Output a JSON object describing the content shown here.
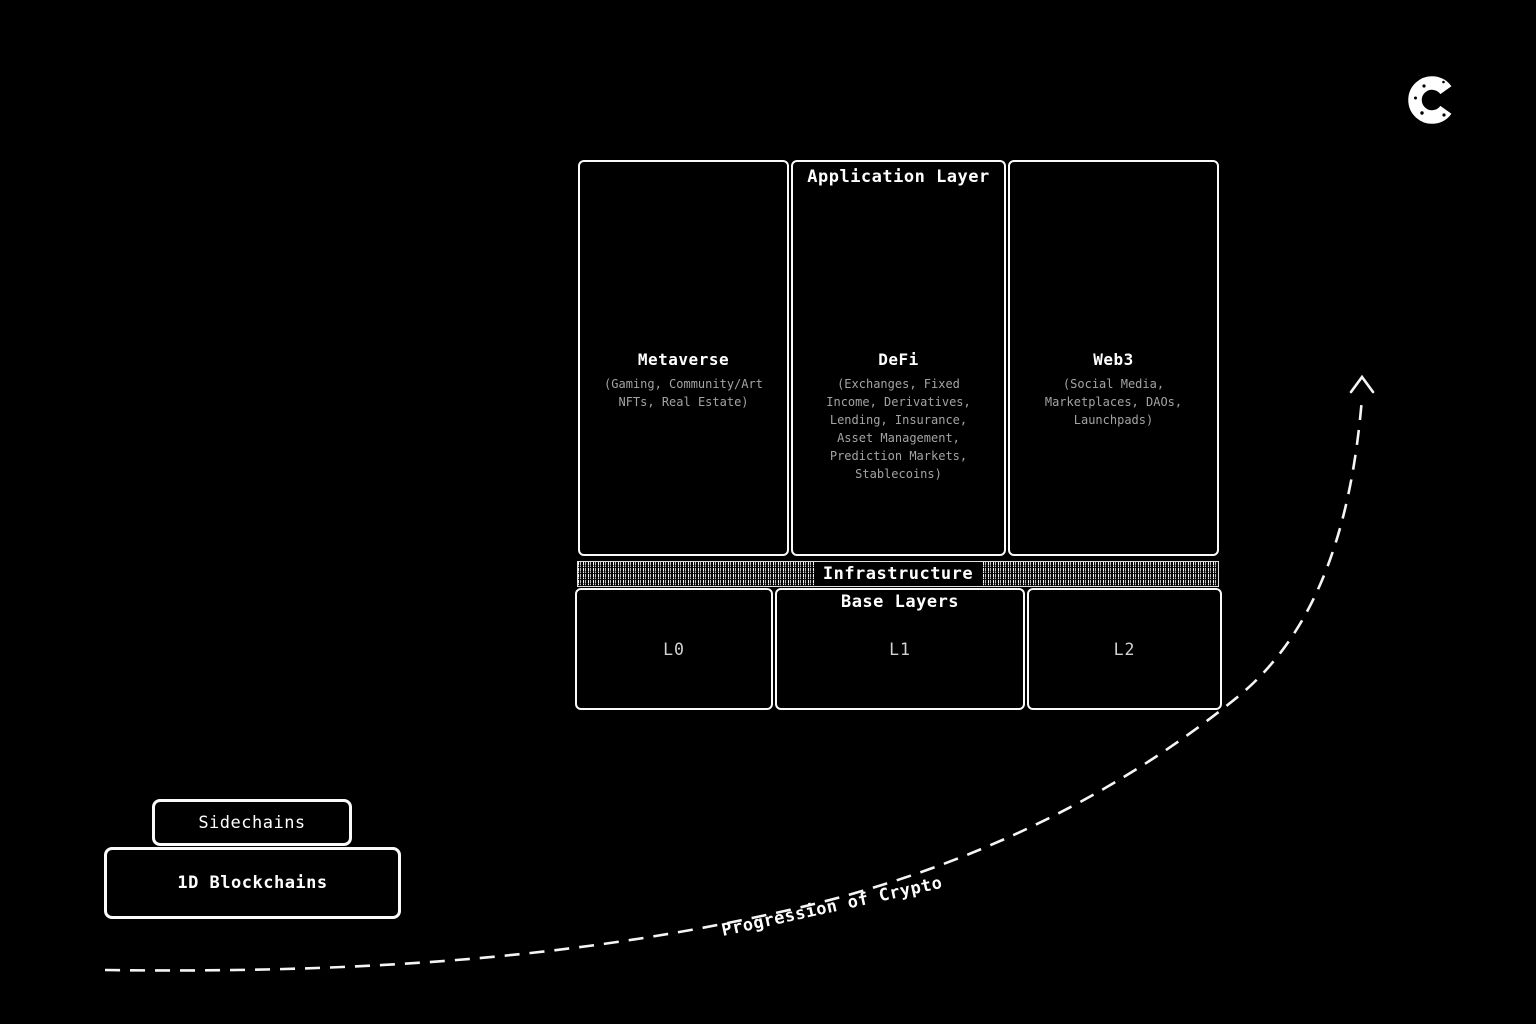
{
  "colors": {
    "background": "#000000",
    "foreground": "#ffffff",
    "muted_text": "#a3a3a3",
    "base_label_text": "#d2d2d2"
  },
  "logo": {
    "glyph": "C"
  },
  "application_layer": {
    "title": "Application Layer",
    "columns": [
      {
        "heading": "Metaverse",
        "details": "(Gaming, Community/Art NFTs, Real Estate)"
      },
      {
        "heading": "DeFi",
        "details": "(Exchanges, Fixed Income, Derivatives, Lending, Insurance, Asset Management, Prediction Markets, Stablecoins)"
      },
      {
        "heading": "Web3",
        "details": "(Social Media, Marketplaces, DAOs, Launchpads)"
      }
    ]
  },
  "infrastructure": {
    "label": "Infrastructure"
  },
  "base_layers": {
    "title": "Base Layers",
    "boxes": [
      {
        "label": "L0"
      },
      {
        "label": "L1"
      },
      {
        "label": "L2"
      }
    ]
  },
  "legacy_stack": {
    "sidechains": "Sidechains",
    "one_d_blockchains": "1D Blockchains"
  },
  "progression": {
    "label": "Progression of Crypto"
  }
}
